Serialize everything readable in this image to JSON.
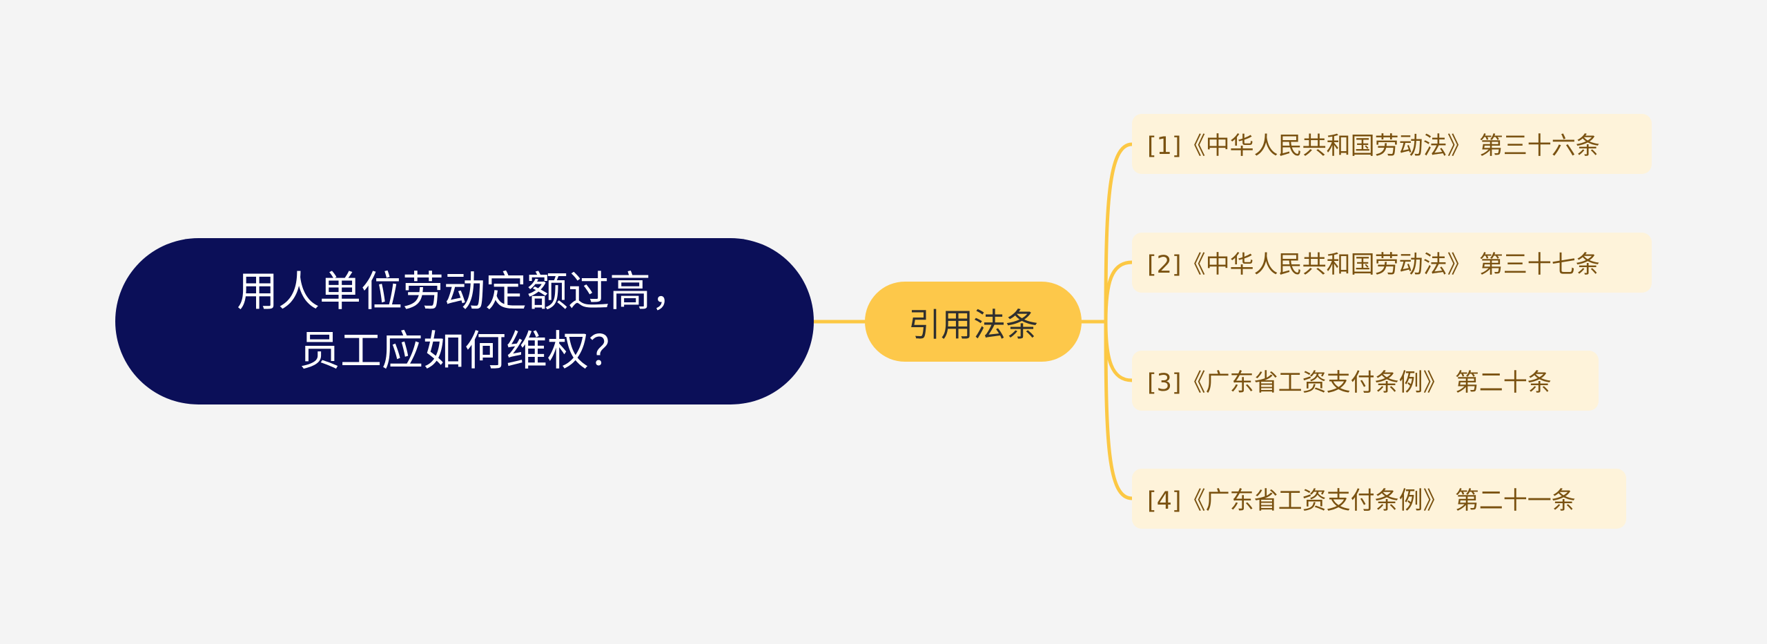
{
  "mindmap": {
    "root": {
      "lines": [
        "用人单位劳动定额过高，",
        "员工应如何维权？"
      ],
      "bg_color": "#0b0f58",
      "text_color": "#ffffff"
    },
    "branch": {
      "label": "引用法条",
      "bg_color": "#fdc84a",
      "text_color": "#2f2f2f"
    },
    "leaves": [
      {
        "label": "[1]《中华人民共和国劳动法》 第三十六条"
      },
      {
        "label": "[2]《中华人民共和国劳动法》 第三十七条"
      },
      {
        "label": "[3]《广东省工资支付条例》 第二十条"
      },
      {
        "label": "[4]《广东省工资支付条例》 第二十一条"
      }
    ],
    "leaf_bg_color": "#fef3da",
    "leaf_text_color": "#7a5211",
    "connector_color": "#fcc844",
    "background_color": "#f4f4f4"
  }
}
